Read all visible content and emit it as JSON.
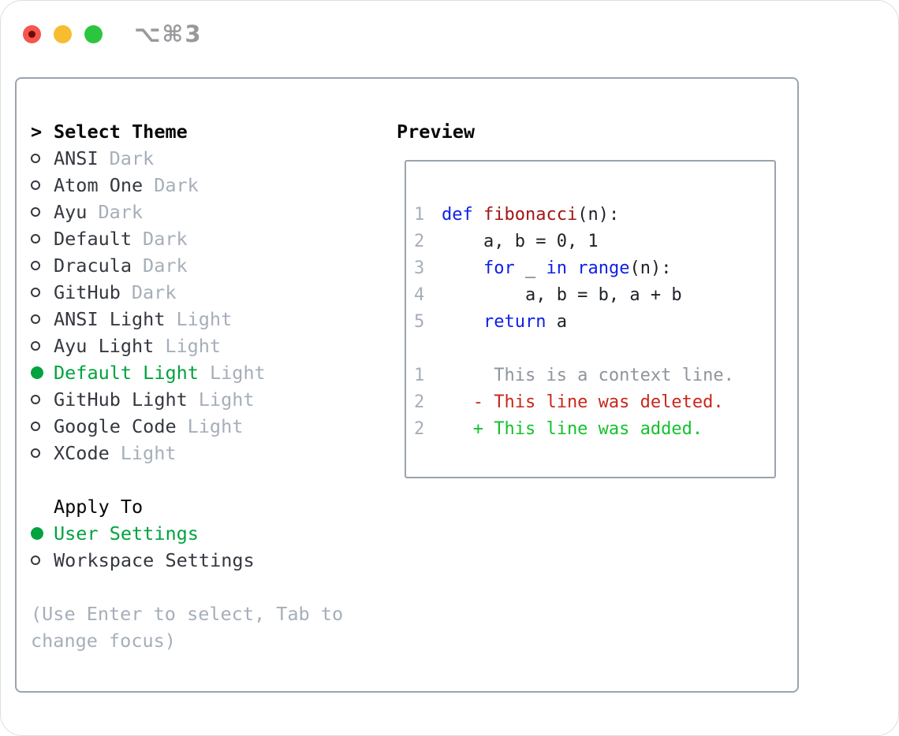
{
  "window": {
    "shortcut": "⌥⌘3",
    "traffic_lights": [
      {
        "name": "close",
        "color": "#f4564e",
        "dot_color": "#6d0b09"
      },
      {
        "name": "minimize",
        "color": "#f7bc2f"
      },
      {
        "name": "zoom",
        "color": "#2cc63e"
      }
    ]
  },
  "colors": {
    "accent_green": "#00a33e",
    "panel_border": "#9aa4ae",
    "text_dark": "#34383f",
    "heading_black": "#070707",
    "muted_gray": "#a6aeb9",
    "keyword_blue": "#0c1fe8",
    "function_red": "#a31515",
    "code_black": "#1e2228",
    "context_gray": "#8e959b",
    "diff_red": "#c9271b",
    "diff_green": "#12c22b",
    "shortcut_gray": "#97999c"
  },
  "theme_panel": {
    "title_prefix": ">",
    "title": "Select Theme",
    "markers": {
      "unselected": "circle-outline",
      "selected": "filled-circle"
    },
    "items": [
      {
        "name": "ANSI",
        "variant": "Dark",
        "selected": false
      },
      {
        "name": "Atom One",
        "variant": "Dark",
        "selected": false
      },
      {
        "name": "Ayu",
        "variant": "Dark",
        "selected": false
      },
      {
        "name": "Default",
        "variant": "Dark",
        "selected": false
      },
      {
        "name": "Dracula",
        "variant": "Dark",
        "selected": false
      },
      {
        "name": "GitHub",
        "variant": "Dark",
        "selected": false
      },
      {
        "name": "ANSI Light",
        "variant": "Light",
        "selected": false
      },
      {
        "name": "Ayu Light",
        "variant": "Light",
        "selected": false
      },
      {
        "name": "Default Light",
        "variant": "Light",
        "selected": true
      },
      {
        "name": "GitHub Light",
        "variant": "Light",
        "selected": false
      },
      {
        "name": "Google Code",
        "variant": "Light",
        "selected": false
      },
      {
        "name": "XCode",
        "variant": "Light",
        "selected": false
      }
    ]
  },
  "apply_panel": {
    "title": "Apply To",
    "options": [
      {
        "label": "User Settings",
        "selected": true
      },
      {
        "label": "Workspace Settings",
        "selected": false
      }
    ]
  },
  "help_text": "(Use Enter to select, Tab to change focus)",
  "preview": {
    "title": "Preview",
    "code_lines": [
      {
        "num": "1",
        "segments": [
          [
            "def",
            "kw"
          ],
          [
            " ",
            "code"
          ],
          [
            "fibonacci",
            "fn"
          ],
          [
            "(n):",
            "code"
          ]
        ]
      },
      {
        "num": "2",
        "segments": [
          [
            "    a, b = 0, 1",
            "code"
          ]
        ]
      },
      {
        "num": "3",
        "segments": [
          [
            "    ",
            "code"
          ],
          [
            "for",
            "kw"
          ],
          [
            " _ ",
            "code"
          ],
          [
            "in",
            "kw"
          ],
          [
            " ",
            "code"
          ],
          [
            "range",
            "kw"
          ],
          [
            "(n):",
            "code"
          ]
        ]
      },
      {
        "num": "4",
        "segments": [
          [
            "        a, b = b, a + b",
            "code"
          ]
        ]
      },
      {
        "num": "5",
        "segments": [
          [
            "    ",
            "code"
          ],
          [
            "return",
            "kw"
          ],
          [
            " a",
            "code"
          ]
        ]
      },
      {
        "num": "",
        "segments": []
      },
      {
        "num": "1",
        "segments": [
          [
            "     This is a context line.",
            "ctx"
          ]
        ]
      },
      {
        "num": "2",
        "segments": [
          [
            "   - This line was deleted.",
            "del"
          ]
        ]
      },
      {
        "num": "2",
        "segments": [
          [
            "   + This line was added.",
            "add"
          ]
        ]
      }
    ]
  }
}
